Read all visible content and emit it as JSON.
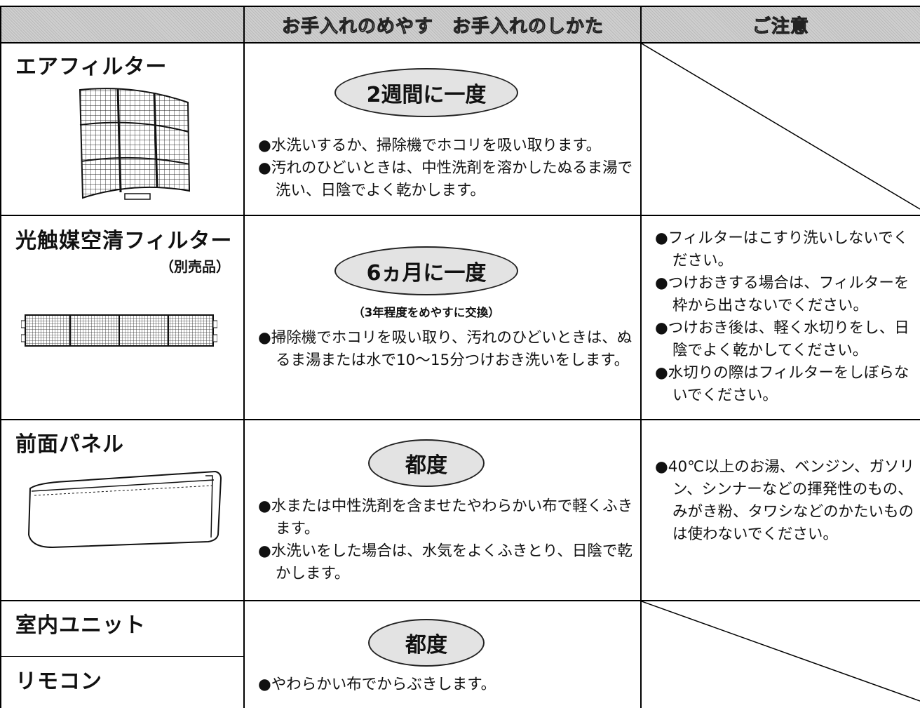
{
  "header": {
    "item_col": "",
    "method_col": "お手入れのめやす　お手入れのしかた",
    "caution_col": "ご注意"
  },
  "rows": [
    {
      "title": "エアフィルター",
      "badge": "2週間に一度",
      "method": [
        "●水洗いするか、掃除機でホコリを吸い取ります。",
        "●汚れのひどいときは、中性洗剤を溶かしたぬるま湯で洗い、日陰でよく乾かします。"
      ]
    },
    {
      "title": "光触媒空清フィルター",
      "subtitle": "（別売品）",
      "badge": "6ヵ月に一度",
      "badge_note": "（3年程度をめやすに交換）",
      "method": [
        "●掃除機でホコリを吸い取り、汚れのひどいときは、ぬるま湯または水で10〜15分つけおき洗いをします。"
      ],
      "caution": [
        "●フィルターはこすり洗いしないでください。",
        "●つけおきする場合は、フィルターを枠から出さないでください。",
        "●つけおき後は、軽く水切りをし、日陰でよく乾かしてください。",
        "●水切りの際はフィルターをしぼらないでください。"
      ]
    },
    {
      "title": "前面パネル",
      "badge": "都度",
      "method": [
        "●水または中性洗剤を含ませたやわらかい布で軽くふきます。",
        "●水洗いをした場合は、水気をよくふきとり、日陰で乾かします。"
      ],
      "caution": [
        "●40℃以上のお湯、ベンジン、ガソリン、シンナーなどの揮発性のもの、みがき粉、タワシなどのかたいものは使わないでください。"
      ]
    },
    {
      "title": "室内ユニット",
      "title2": "リモコン",
      "badge": "都度",
      "method": [
        "●やわらかい布でからぶきします。"
      ]
    }
  ],
  "icons": {
    "air_filter": "air-filter-illustration",
    "photocatalyst_filter": "photocatalyst-filter-illustration",
    "front_panel": "indoor-unit-front-panel-illustration"
  }
}
